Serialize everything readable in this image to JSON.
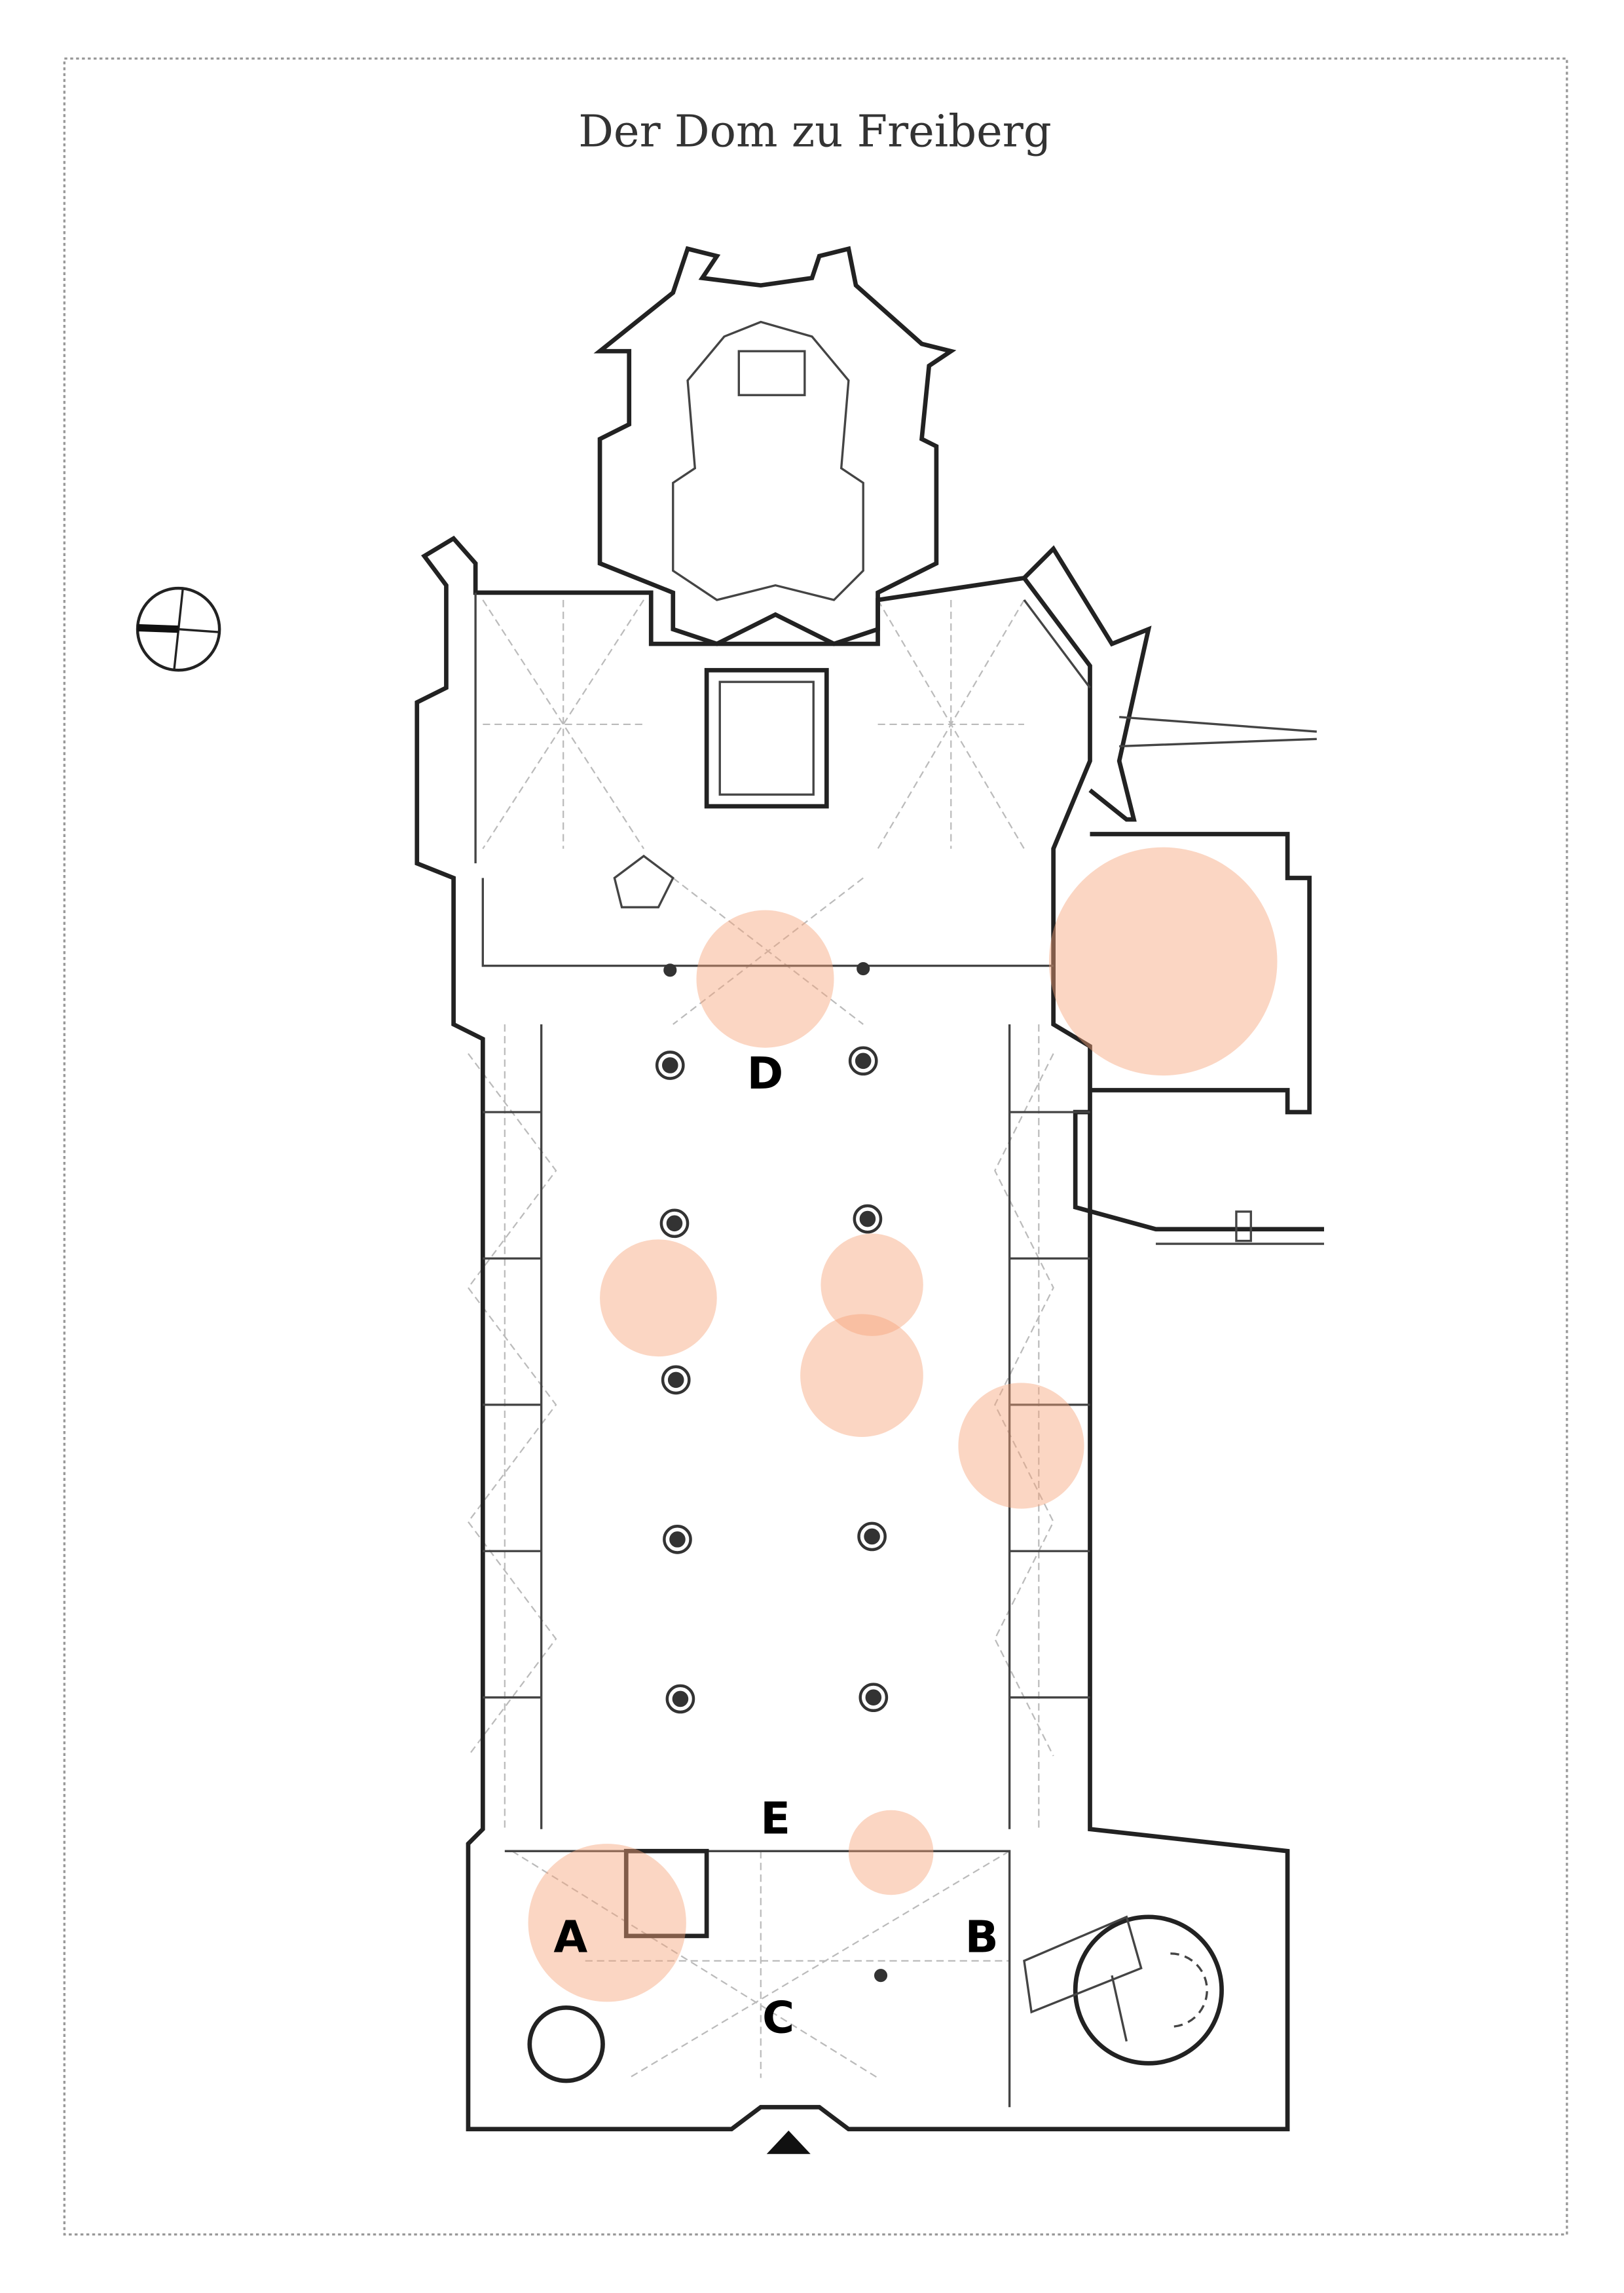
{
  "title": "Der Dom zu Freiberg",
  "compass_icon": "north-arrow-compass",
  "highlight_color": "#f6a57a",
  "markers": [
    {
      "label": "A"
    },
    {
      "label": "B"
    },
    {
      "label": "C"
    },
    {
      "label": "D"
    },
    {
      "label": "E"
    }
  ],
  "entrance_icon": "entrance-triangle"
}
